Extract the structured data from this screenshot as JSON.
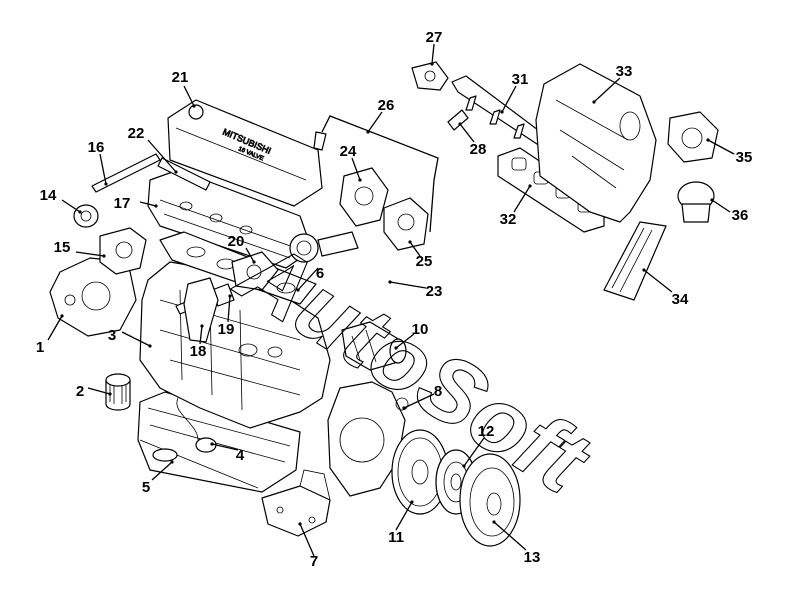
{
  "diagram": {
    "watermark": "AutoSoft",
    "cover_text": "MITSUBISHI",
    "cover_subtext": "16 VALVE",
    "callouts": [
      "1",
      "2",
      "3",
      "4",
      "5",
      "6",
      "7",
      "8",
      "10",
      "11",
      "12",
      "13",
      "14",
      "15",
      "16",
      "17",
      "18",
      "19",
      "20",
      "21",
      "22",
      "23",
      "24",
      "25",
      "26",
      "27",
      "28",
      "31",
      "32",
      "33",
      "34",
      "35",
      "36"
    ]
  },
  "colors": {
    "line": "#000000",
    "background": "#ffffff"
  }
}
